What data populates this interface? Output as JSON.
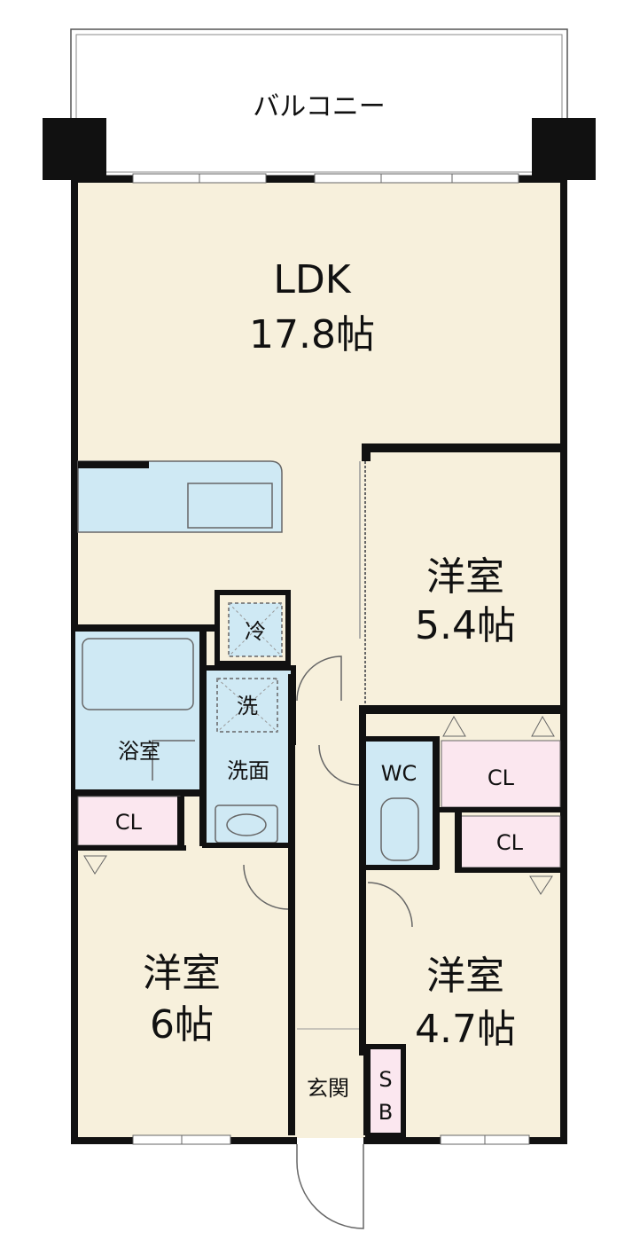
{
  "floor_plan": {
    "balcony": {
      "label": "バルコニー"
    },
    "ldk": {
      "name": "LDK",
      "size": "17.8帖"
    },
    "western_room_1": {
      "name": "洋室",
      "size": "5.4帖"
    },
    "western_room_2": {
      "name": "洋室",
      "size": "6帖"
    },
    "western_room_3": {
      "name": "洋室",
      "size": "4.7帖"
    },
    "bathroom": {
      "label": "浴室"
    },
    "washroom": {
      "label": "洗面"
    },
    "refrigerator": {
      "label": "冷"
    },
    "washer": {
      "label": "洗"
    },
    "toilet": {
      "label": "WC"
    },
    "closets": [
      "CL",
      "CL",
      "CL"
    ],
    "entrance": {
      "label": "玄関"
    },
    "shoe_box": {
      "label_top": "S",
      "label_bottom": "B"
    }
  },
  "colors": {
    "floor": "#f7f0dc",
    "wet_area": "#cfe9f4",
    "closet": "#fbe7ef",
    "wall": "#111111",
    "balcony": "#ffffff"
  }
}
